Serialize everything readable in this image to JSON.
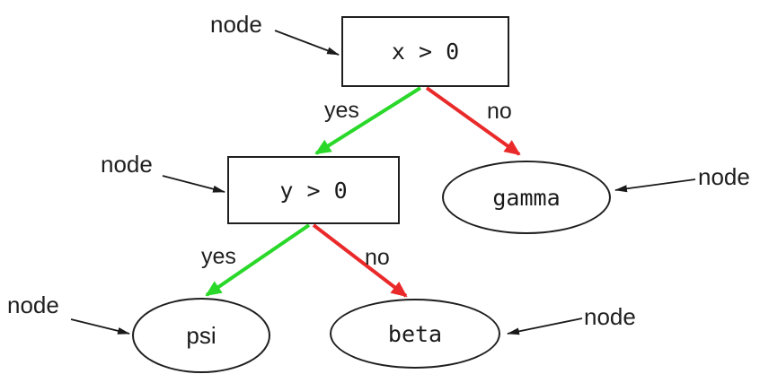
{
  "diagram": {
    "type": "decision-tree",
    "nodes": {
      "root": {
        "label": "x > 0",
        "shape": "box"
      },
      "inner": {
        "label": "y > 0",
        "shape": "box"
      },
      "gamma": {
        "label": "gamma",
        "shape": "ellipse"
      },
      "psi": {
        "label": "psi",
        "shape": "ellipse"
      },
      "beta": {
        "label": "beta",
        "shape": "ellipse"
      }
    },
    "edges": [
      {
        "from": "x > 0",
        "to": "y > 0",
        "label": "yes",
        "color": "#29d829"
      },
      {
        "from": "x > 0",
        "to": "gamma",
        "label": "no",
        "color": "#ea2a2a"
      },
      {
        "from": "y > 0",
        "to": "psi",
        "label": "yes",
        "color": "#29d829"
      },
      {
        "from": "y > 0",
        "to": "beta",
        "label": "no",
        "color": "#ea2a2a"
      }
    ],
    "annotations": [
      {
        "label": "node",
        "target": "x > 0"
      },
      {
        "label": "node",
        "target": "y > 0"
      },
      {
        "label": "node",
        "target": "gamma"
      },
      {
        "label": "node",
        "target": "psi"
      },
      {
        "label": "node",
        "target": "beta"
      }
    ],
    "colors": {
      "yes": "#29d829",
      "no": "#ea2a2a",
      "line": "#1a1a1a"
    }
  }
}
